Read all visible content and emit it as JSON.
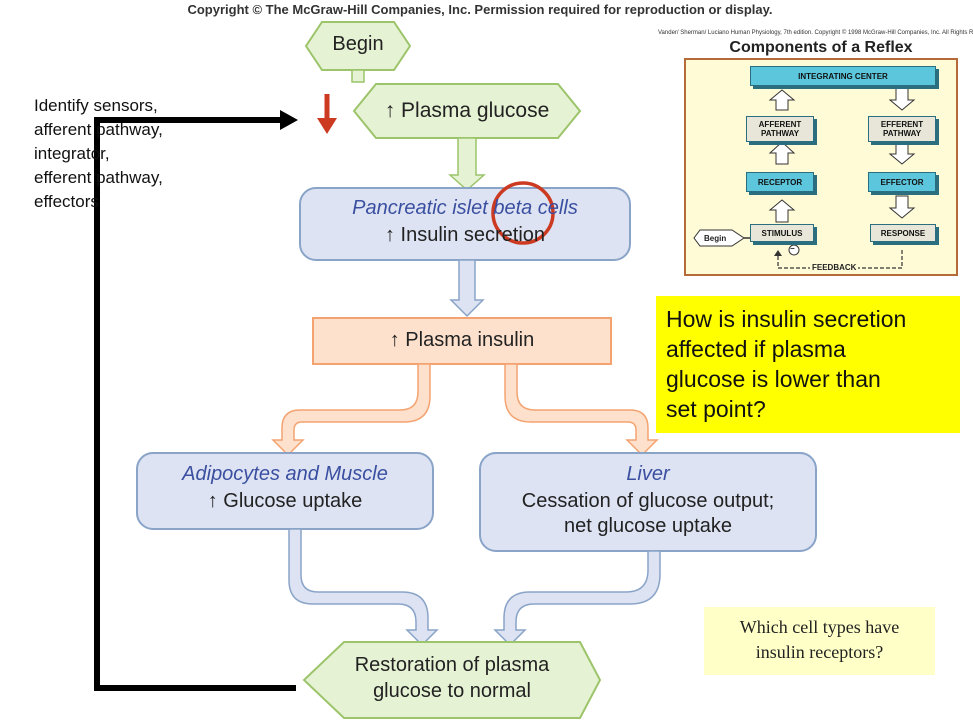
{
  "copyright": "Copyright © The McGraw-Hill Companies, Inc. Permission required for reproduction or display.",
  "flowchart": {
    "begin": "Begin",
    "plasma_glucose": "↑ Plasma glucose",
    "beta_cells_title": "Pancreatic islet beta cells",
    "beta_cells_text": "↑ Insulin secretion",
    "plasma_insulin": "↑ Plasma insulin",
    "adipo_title": "Adipocytes and Muscle",
    "adipo_text": "↑ Glucose uptake",
    "liver_title": "Liver",
    "liver_line1": "Cessation of glucose output;",
    "liver_line2": "net glucose uptake",
    "restore_line1": "Restoration of plasma",
    "restore_line2": "glucose to normal"
  },
  "left_note": {
    "lines": [
      "Identify sensors,",
      "afferent pathway,",
      "integrator,",
      "efferent pathway,",
      "effectors"
    ]
  },
  "yellow_question": {
    "lines": [
      "How is insulin secretion",
      "affected if plasma",
      "glucose is lower than",
      "set point?"
    ]
  },
  "receptor_question": {
    "lines": [
      "Which cell types have",
      "insulin receptors?"
    ]
  },
  "inset": {
    "credit": "Vander/ Sherman/ Luciano Human Physiology, 7th edition. Copyright © 1998 McGraw-Hill Companies, Inc. All Rights R",
    "title": "Components of a Reflex",
    "integrating_center": "INTEGRATING CENTER",
    "afferent_1": "AFFERENT",
    "afferent_2": "PATHWAY",
    "efferent_1": "EFFERENT",
    "efferent_2": "PATHWAY",
    "receptor": "RECEPTOR",
    "effector": "EFFECTOR",
    "stimulus": "STIMULUS",
    "response": "RESPONSE",
    "begin": "Begin",
    "feedback": "FEEDBACK",
    "minus": "−"
  },
  "colors": {
    "blue_fill": "#dde3f3",
    "blue_stroke": "#8aa4c8",
    "green_fill": "#e6f2d4",
    "green_stroke": "#9cc46a",
    "orange_fill": "#fde1cc",
    "orange_stroke": "#f4a370",
    "highlight_yellow": "#ffff00",
    "annotation_red": "#cc3a22"
  }
}
